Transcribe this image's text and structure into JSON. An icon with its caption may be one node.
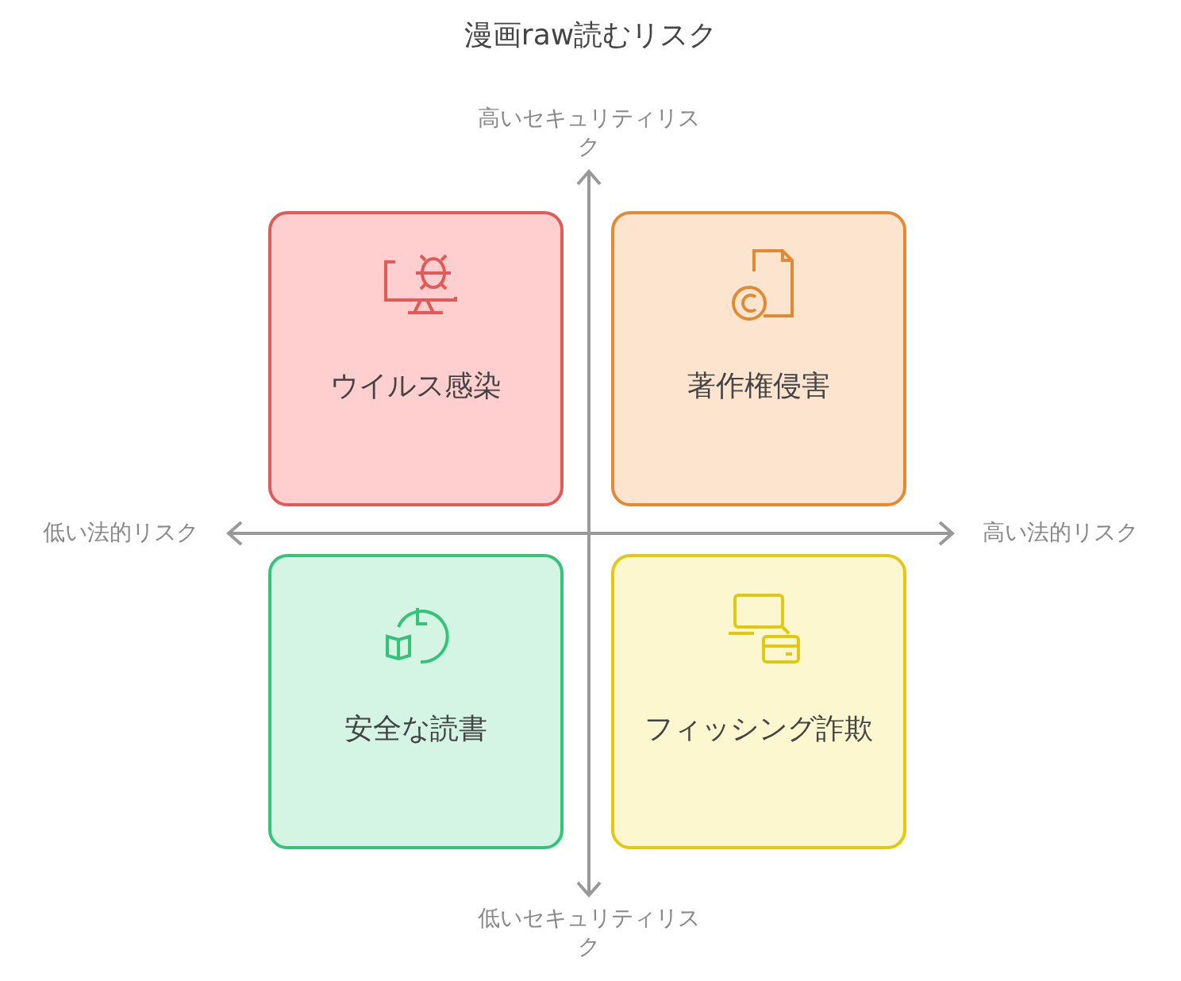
{
  "diagram": {
    "title": "漫画raw読むリスク",
    "nodes": [
      {
        "text": [
          "ウイルス感染"
        ]
      },
      {
        "text": [
          "著作権侵害"
        ]
      },
      {
        "text": [
          "安全な読書"
        ]
      },
      {
        "text": [
          "フィッシング詐欺"
        ]
      }
    ],
    "labels": [
      "高いセキュリティリスク",
      "低い法的リスク",
      "高い法的リスク",
      "低いセキュリティリスク"
    ]
  }
}
